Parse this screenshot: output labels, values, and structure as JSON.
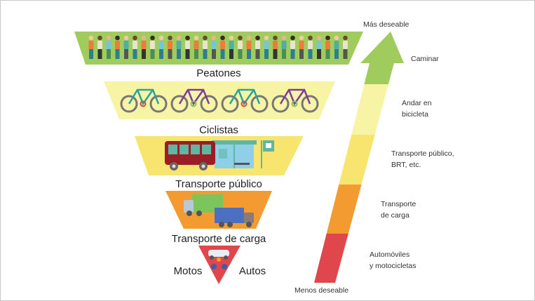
{
  "pyramid": {
    "levels": [
      {
        "label": "Peatones",
        "color": "#9fcc5d",
        "icon": "pedestrians-icon"
      },
      {
        "label": "Ciclistas",
        "color": "#f7f4a6",
        "icon": "bicycles-icon"
      },
      {
        "label": "Transporte público",
        "color": "#f8e56f",
        "icon": "bus-stop-icon"
      },
      {
        "label": "Transporte de carga",
        "color": "#f39a31",
        "icon": "trucks-icon"
      }
    ],
    "bottom": {
      "left_label": "Motos",
      "right_label": "Autos",
      "color": "#e0474c",
      "icon": "car-motorcycle-icon"
    }
  },
  "arrow": {
    "top_label": "Más deseable",
    "bottom_label": "Menos deseable",
    "segments": [
      {
        "line1": "Caminar",
        "line2": "",
        "color": "#9fcc5d"
      },
      {
        "line1": "Andar en",
        "line2": "bicicleta",
        "color": "#f7f4a6"
      },
      {
        "line1": "Transporte público,",
        "line2": "BRT, etc.",
        "color": "#f8e56f"
      },
      {
        "line1": "Transporte",
        "line2": "de carga",
        "color": "#f39a31"
      },
      {
        "line1": "Automóviles",
        "line2": "y motocicletas",
        "color": "#e0474c"
      }
    ]
  }
}
